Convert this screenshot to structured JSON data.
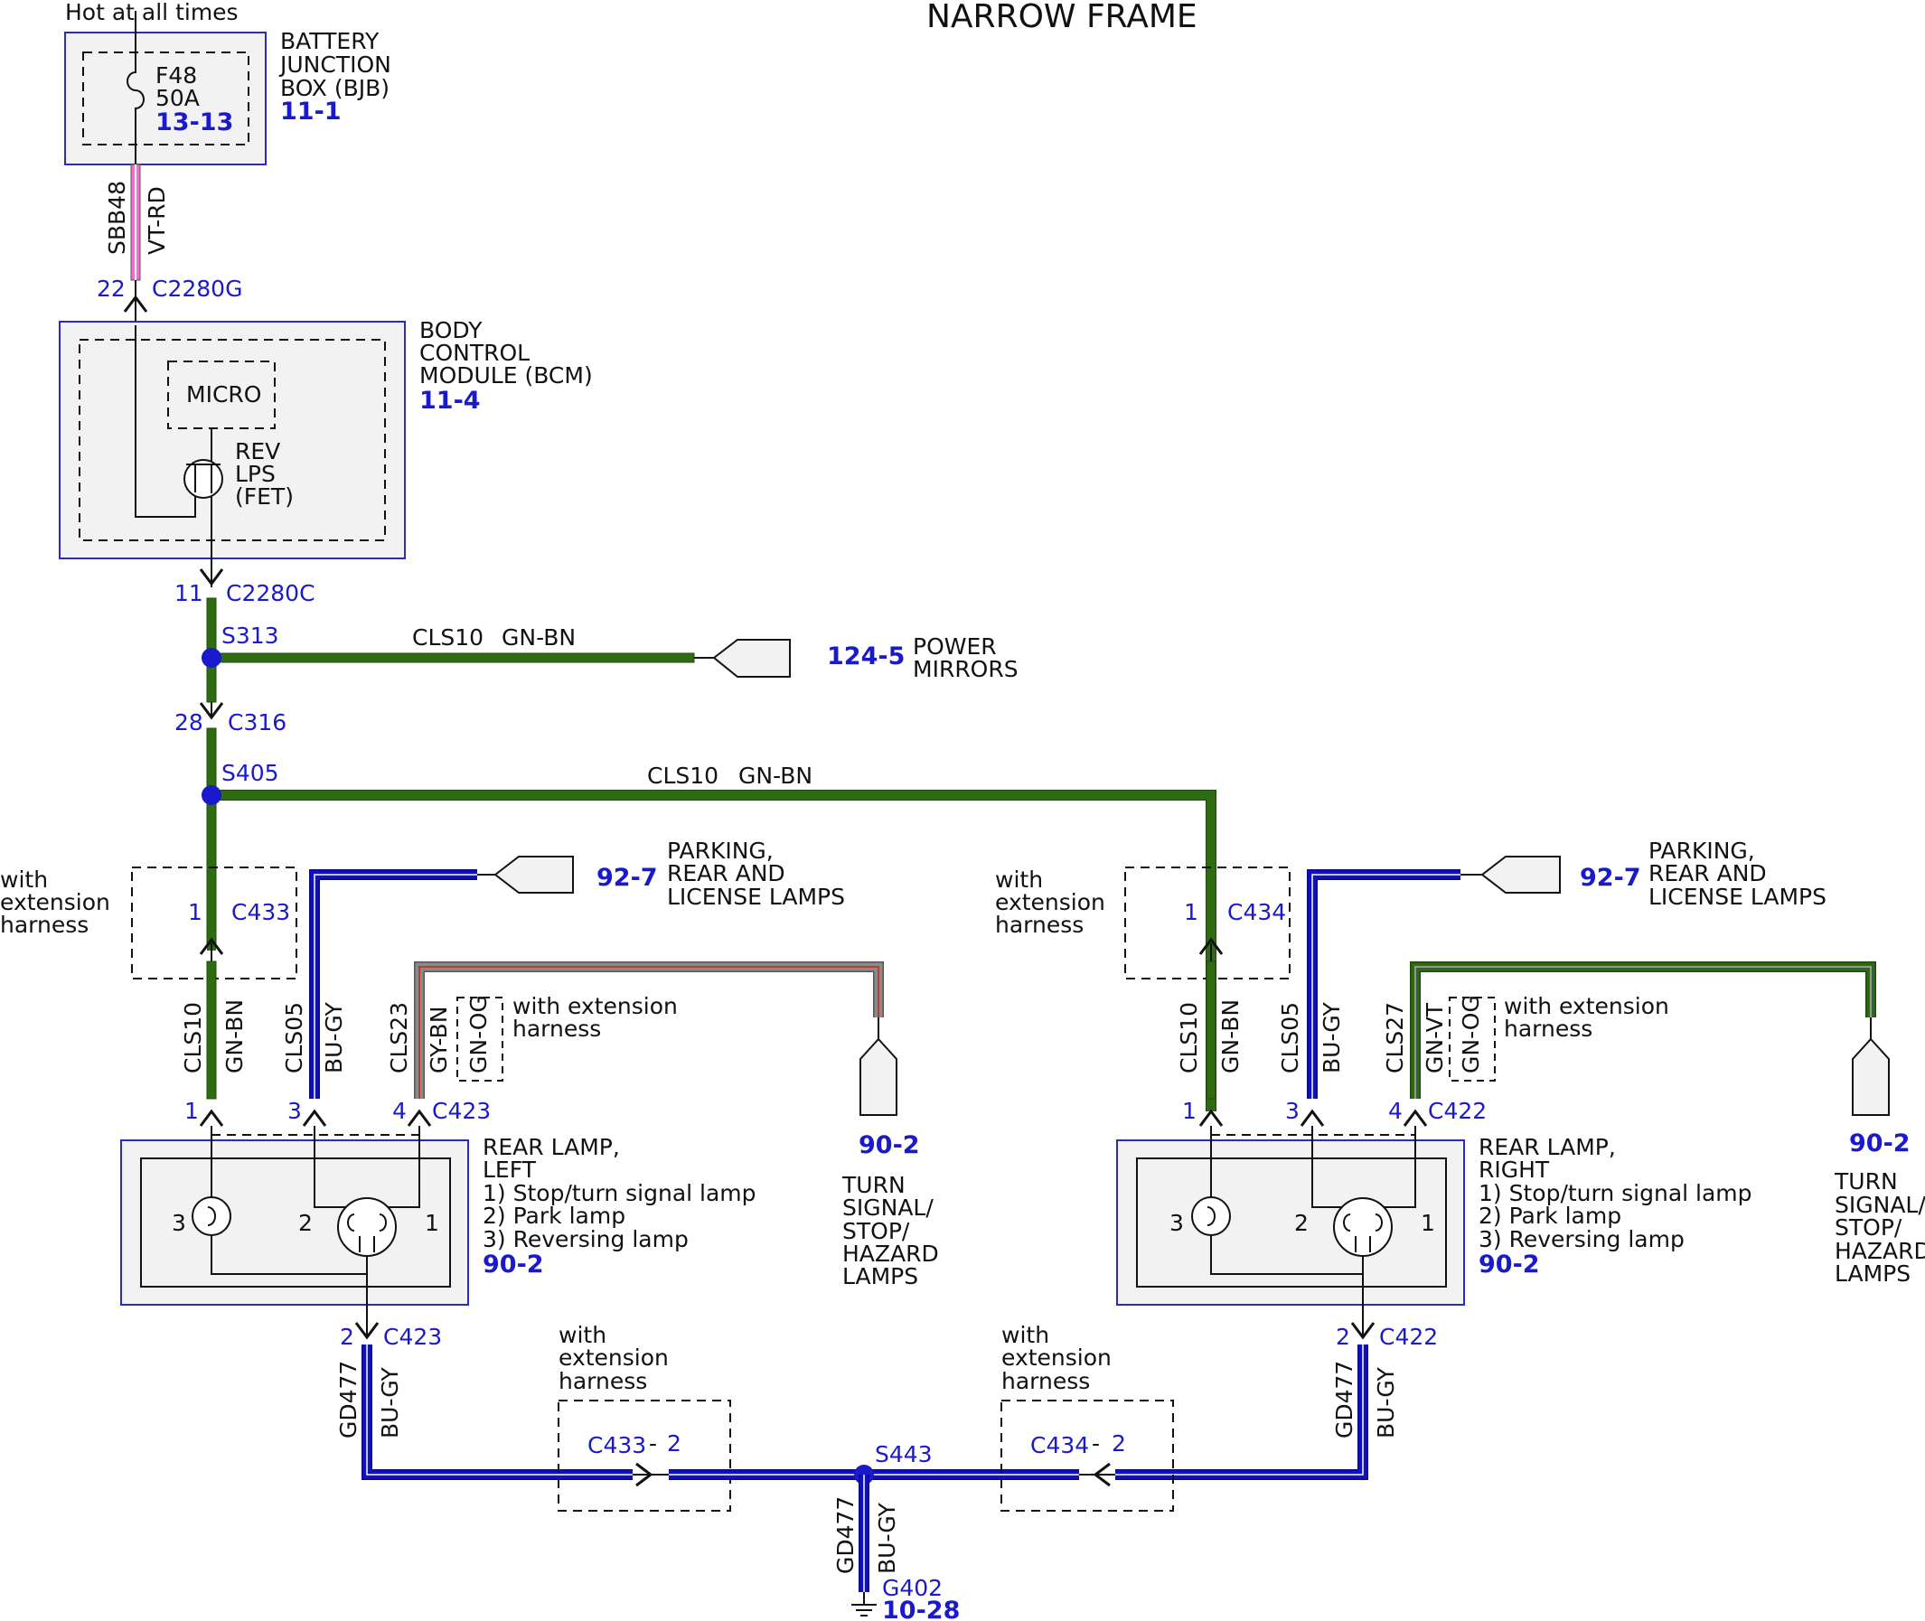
{
  "title": "NARROW FRAME",
  "colors": {
    "wire_black": "#111111",
    "wire_pink": "#ee6fd0",
    "wire_green": "#2e6b12",
    "wire_blue": "#1010cc",
    "wire_gray": "#8a8a8a",
    "wire_red_tracer": "#c0392b",
    "ref_blue": "#1a1acc",
    "module_border": "#2a2ac8",
    "module_fill": "#f2f2f2"
  },
  "labels": {
    "hot": "Hot at all times",
    "bjb_1": "BATTERY",
    "bjb_2": "JUNCTION",
    "bjb_3": "BOX (BJB)",
    "bjb_ref": "11-1",
    "fuse_name": "F48",
    "fuse_rating": "50A",
    "fuse_ref": "13-13",
    "sbb48": "SBB48",
    "vt_rd": "VT-RD",
    "pin_22": "22",
    "c2280g": "C2280G",
    "bcm_1": "BODY",
    "bcm_2": "CONTROL",
    "bcm_3": "MODULE (BCM)",
    "bcm_ref": "11-4",
    "micro": "MICRO",
    "rev_1": "REV",
    "rev_2": "LPS",
    "rev_3": "(FET)",
    "pin_11": "11",
    "c2280c": "C2280C",
    "s313": "S313",
    "cls10_top": "CLS10",
    "gnbn_top": "GN-BN",
    "mirrors_ref": "124-5",
    "mirrors_1": "POWER",
    "mirrors_2": "MIRRORS",
    "pin_28": "28",
    "c316": "C316",
    "s405": "S405",
    "cls10_mid": "CLS10",
    "gnbn_mid": "GN-BN",
    "with_1": "with",
    "ext_1": "extension",
    "har_1": "harness",
    "pin_1_c433": "1",
    "c433": "C433",
    "park_ref_l": "92-7",
    "park_l_1": "PARKING,",
    "park_l_2": "REAR AND",
    "park_l_3": "LICENSE LAMPS",
    "cls10_l": "CLS10",
    "gnbn_l": "GN-BN",
    "cls05_l": "CLS05",
    "bugy_l": "BU-GY",
    "cls23_l": "CLS23",
    "gybn_l": "GY-BN",
    "gnog_l": "GN-OG",
    "wext_l_1": "with extension",
    "wext_l_2": "harness",
    "turn_ref_l": "90-2",
    "turn_l_1": "TURN",
    "turn_l_2": "SIGNAL/",
    "turn_l_3": "STOP/",
    "turn_l_4": "HAZARD",
    "turn_l_5": "LAMPS",
    "pin_l_1": "1",
    "pin_l_3": "3",
    "pin_l_4": "4",
    "c423": "C423",
    "rl_1": "REAR LAMP,",
    "rl_2": "LEFT",
    "rl_3": "1) Stop/turn signal lamp",
    "rl_4": "2) Park lamp",
    "rl_5": "3) Reversing lamp",
    "rl_ref": "90-2",
    "lamp_l_3": "3",
    "lamp_l_2": "2",
    "lamp_l_1": "1",
    "pin_l_2": "2",
    "c423_b": "C423",
    "gd477_l": "GD477",
    "bugy_lb": "BU-GY",
    "with_bl": "with",
    "ext_bl": "extension",
    "har_bl": "harness",
    "c433_2": "C433",
    "dash_l": "-",
    "two_l": "2",
    "s443": "S443",
    "with_2": "with",
    "ext_2": "extension",
    "har_2": "harness",
    "pin_1_c434": "1",
    "c434": "C434",
    "park_ref_r": "92-7",
    "park_r_1": "PARKING,",
    "park_r_2": "REAR AND",
    "park_r_3": "LICENSE LAMPS",
    "cls10_r": "CLS10",
    "gnbn_r": "GN-BN",
    "cls05_r": "CLS05",
    "bugy_r": "BU-GY",
    "cls27_r": "CLS27",
    "gnvt_r": "GN-VT",
    "gnog_r": "GN-OG",
    "wext_r_1": "with extension",
    "wext_r_2": "harness",
    "turn_ref_r": "90-2",
    "turn_r_1": "TURN",
    "turn_r_2": "SIGNAL/",
    "turn_r_3": "STOP/",
    "turn_r_4": "HAZARD",
    "turn_r_5": "LAMPS",
    "pin_r_1": "1",
    "pin_r_3": "3",
    "pin_r_4": "4",
    "c422": "C422",
    "rr_1": "REAR LAMP,",
    "rr_2": "RIGHT",
    "rr_3": "1) Stop/turn signal lamp",
    "rr_4": "2) Park lamp",
    "rr_5": "3) Reversing lamp",
    "rr_ref": "90-2",
    "lamp_r_3": "3",
    "lamp_r_2": "2",
    "lamp_r_1": "1",
    "pin_r_2": "2",
    "c422_b": "C422",
    "gd477_r": "GD477",
    "bugy_rb": "BU-GY",
    "with_br": "with",
    "ext_br": "extension",
    "har_br": "harness",
    "c434_2": "C434",
    "dash_r": "-",
    "two_r": "2",
    "gd477_g": "GD477",
    "bugy_g": "BU-GY",
    "g402": "G402",
    "g402_ref": "10-28"
  }
}
